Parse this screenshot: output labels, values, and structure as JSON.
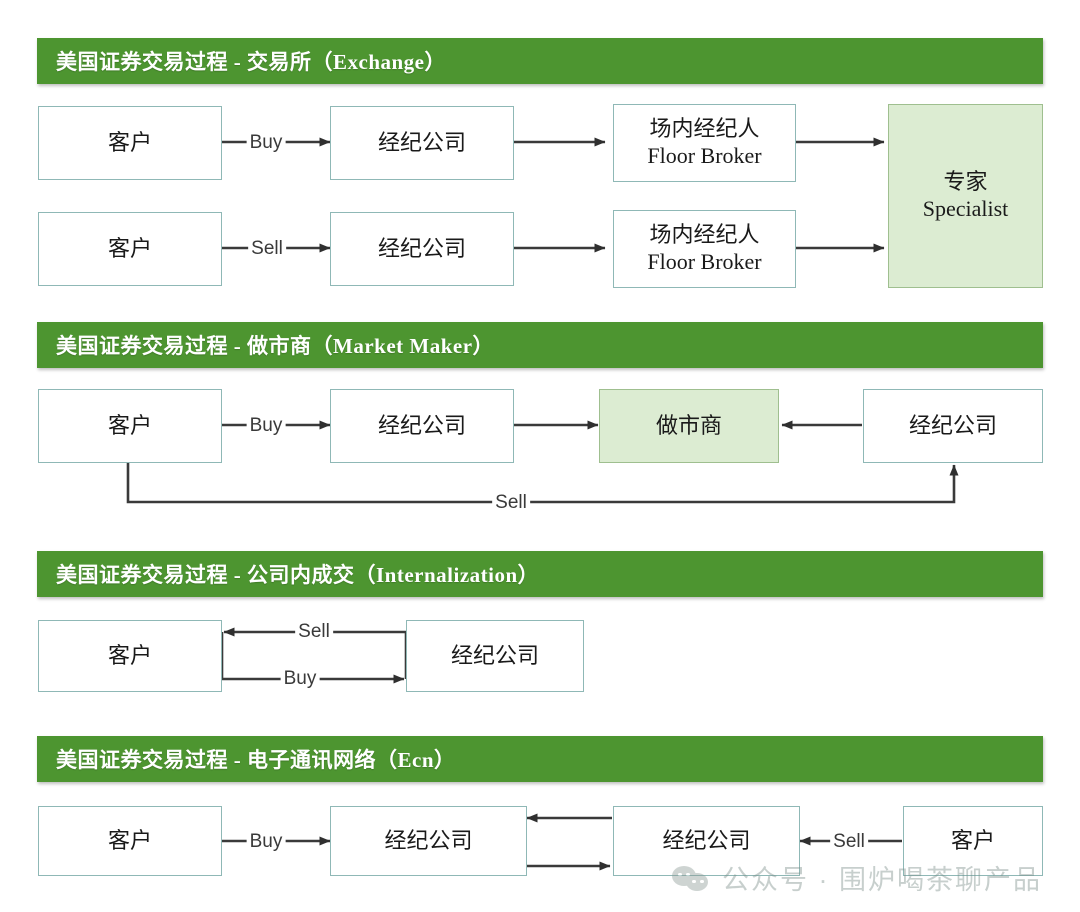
{
  "theme": {
    "bar_green": "#4d9530",
    "box_border": "#8fb8b6",
    "highlight_fill": "#dcecd2",
    "highlight_border": "#9fbf8f",
    "wire_color": "#3a3a3a",
    "page_background": "#ffffff"
  },
  "sections": [
    {
      "id": "exchange",
      "title": "美国证券交易过程 - 交易所（Exchange）",
      "nodes": [
        {
          "id": "cust-buy",
          "label": "客户"
        },
        {
          "id": "broker-buy",
          "label": "经纪公司"
        },
        {
          "id": "floor-buy",
          "label": "场内经纪人\nFloor Broker"
        },
        {
          "id": "cust-sell",
          "label": "客户"
        },
        {
          "id": "broker-sell",
          "label": "经纪公司"
        },
        {
          "id": "floor-sell",
          "label": "场内经纪人\nFloor Broker"
        },
        {
          "id": "specialist",
          "label": "专家\nSpecialist"
        }
      ],
      "edge_labels": [
        {
          "id": "buy",
          "text": "Buy"
        },
        {
          "id": "sell",
          "text": "Sell"
        }
      ]
    },
    {
      "id": "market-maker",
      "title": "美国证券交易过程 - 做市商（Market Maker）",
      "nodes": [
        {
          "id": "mm-cust",
          "label": "客户"
        },
        {
          "id": "mm-broker-l",
          "label": "经纪公司"
        },
        {
          "id": "mm-maker",
          "label": "做市商"
        },
        {
          "id": "mm-broker-r",
          "label": "经纪公司"
        }
      ],
      "edge_labels": [
        {
          "id": "buy",
          "text": "Buy"
        },
        {
          "id": "sell",
          "text": "Sell"
        }
      ]
    },
    {
      "id": "internalization",
      "title": "美国证券交易过程 -  公司内成交（Internalization）",
      "nodes": [
        {
          "id": "int-cust",
          "label": "客户"
        },
        {
          "id": "int-broker",
          "label": "经纪公司"
        }
      ],
      "edge_labels": [
        {
          "id": "sell",
          "text": "Sell"
        },
        {
          "id": "buy",
          "text": "Buy"
        }
      ]
    },
    {
      "id": "ecn",
      "title": "美国证券交易过程 - 电子通讯网络（Ecn）",
      "nodes": [
        {
          "id": "ecn-cust-l",
          "label": "客户"
        },
        {
          "id": "ecn-broker-l",
          "label": "经纪公司"
        },
        {
          "id": "ecn-broker-r",
          "label": "经纪公司"
        },
        {
          "id": "ecn-cust-r",
          "label": "客户"
        }
      ],
      "edge_labels": [
        {
          "id": "buy",
          "text": "Buy"
        },
        {
          "id": "sell",
          "text": "Sell"
        }
      ]
    }
  ],
  "watermark": {
    "text": "公众号 · 围炉喝茶聊产品",
    "icon": "wechat-icon"
  }
}
